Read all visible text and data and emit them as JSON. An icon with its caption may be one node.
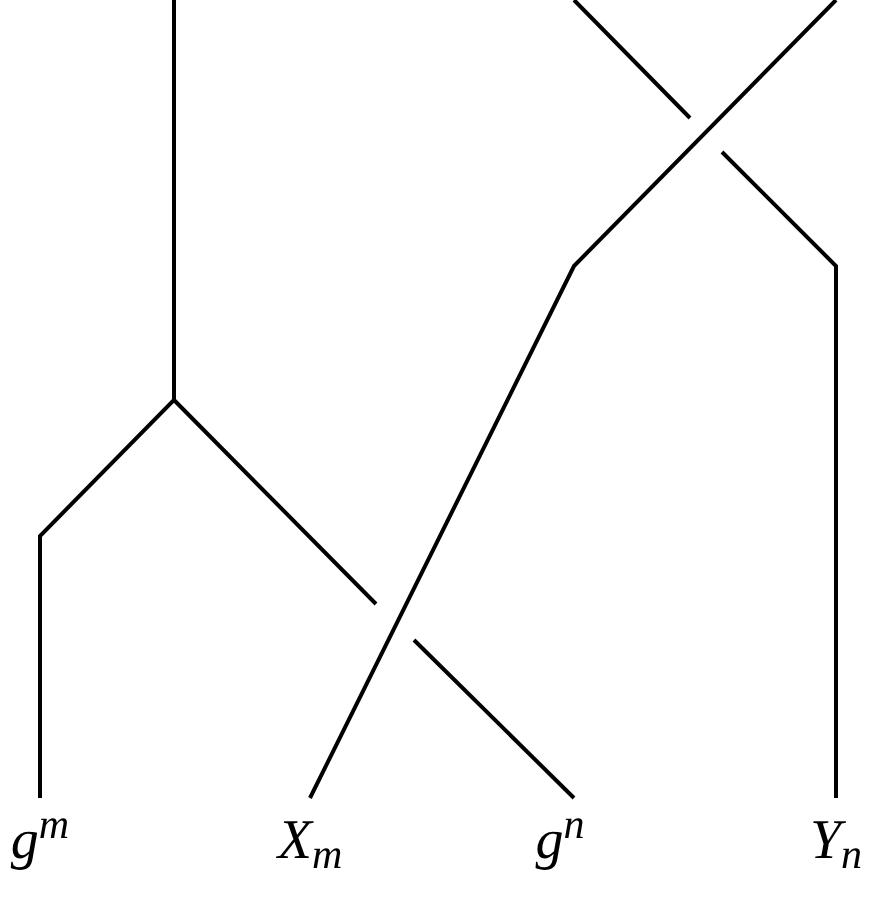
{
  "diagram": {
    "nodes": [
      {
        "text": [
          "g$^{m}$"
        ]
      },
      {
        "text": [
          "X$_{m}$"
        ]
      },
      {
        "text": [
          "g$^{n}$"
        ]
      },
      {
        "text": [
          "Y$_{n}$"
        ]
      }
    ],
    "edges": [
      {
        "from": 0,
        "to": null,
        "arrow": "none"
      },
      {
        "from": 1,
        "to": null,
        "arrow": "none"
      },
      {
        "from": 2,
        "to": null,
        "arrow": "none"
      },
      {
        "from": 3,
        "to": null,
        "arrow": "none"
      }
    ]
  }
}
